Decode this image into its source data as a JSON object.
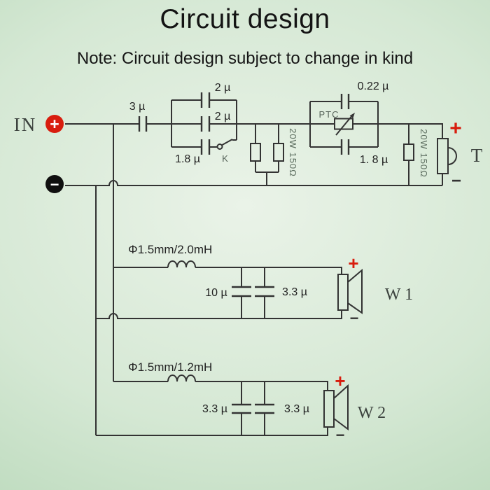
{
  "title": "Circuit design",
  "note": "Note: Circuit design subject to change in kind",
  "colors": {
    "background_center": "#eaf3e8",
    "background_edge": "#a8cfaa",
    "wire": "#333333",
    "accent_red": "#d81d0e",
    "label": "#222222",
    "faded_label": "#5d6e60"
  },
  "input": {
    "label": "IN",
    "plus": "+",
    "minus": "−"
  },
  "high_pass": {
    "series_cap": "3 µ",
    "cap_bank": {
      "top": "2 µ",
      "middle": "2 µ",
      "bottom": "1.8 µ",
      "switch": "K"
    },
    "resistor_bank": "20W 150Ω",
    "ptc_block": {
      "label": "PTC",
      "top_cap": "0.22 µ",
      "bottom_cap": "1. 8 µ"
    },
    "shunt_resistor": "20W 150Ω",
    "tweeter": {
      "plus": "+",
      "minus": "−",
      "label": "T"
    }
  },
  "mid_pass": {
    "inductor": "Φ1.5mm/2.0mH",
    "shunt_cap_1": "10 µ",
    "shunt_cap_2": "3.3 µ",
    "speaker": {
      "plus": "+",
      "minus": "−",
      "label": "W 1"
    }
  },
  "low_pass": {
    "inductor": "Φ1.5mm/1.2mH",
    "shunt_cap_1": "3.3 µ",
    "shunt_cap_2": "3.3 µ",
    "speaker": {
      "plus": "+",
      "minus": "−",
      "label": "W 2"
    }
  }
}
